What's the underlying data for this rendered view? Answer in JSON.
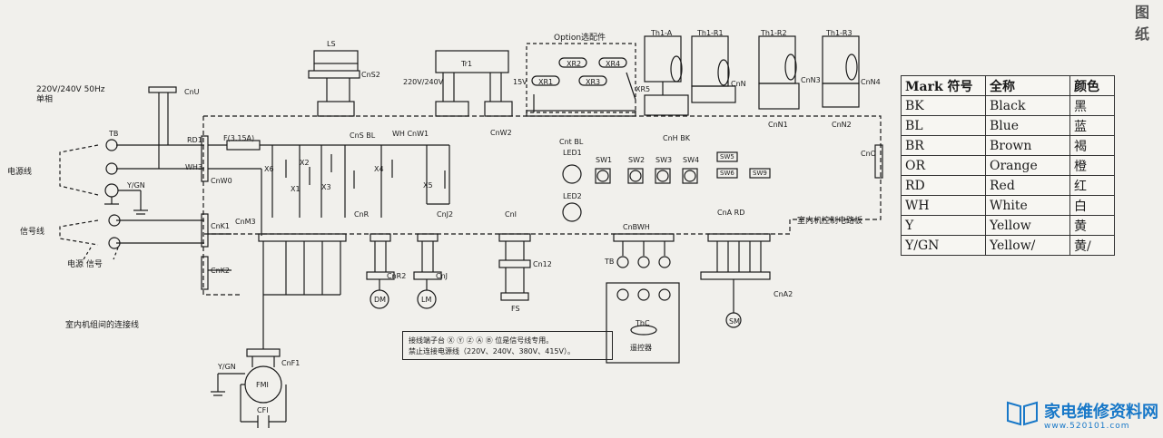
{
  "power_spec": "220V/240V 50Hz",
  "single_phase": "单相",
  "power_line": "电源线",
  "signal_line": "信号线",
  "power_signal": "电源 信号",
  "indoor_connection": "室内机组间的连接线",
  "indoor_board": "室内机控制电路板",
  "option_parts": "Option选配件",
  "notes": {
    "line1": "接线端子台 Ⓧ Ⓨ Ⓩ Ⓐ Ⓑ 位是信号线专用。",
    "line2": "禁止连接电源线（220V、240V、380V、415V）。"
  },
  "components": {
    "ls": "LS",
    "cns2": "CnS2",
    "tr1": "Tr1",
    "tr_voltage": "220V/240V",
    "v15": "15V",
    "fuse": "F(3.15A)",
    "rd1": "RD1",
    "wh3": "WH3",
    "cns": "CnS BL",
    "cnw1": "WH CnW1",
    "cnw2": "CnW2",
    "cnu": "CnU",
    "cnw0": "CnW0",
    "cnk1": "CnK1",
    "cnk2": "CnK2",
    "cnm3": "CnM3",
    "cnr": "CnR",
    "cnr2": "CnR2",
    "cnj2": "CnJ2",
    "cnj": "CnJ",
    "cnl": "CnI",
    "cn12": "Cn12",
    "cnh": "CnH BK",
    "cnn": "CnN",
    "cnn1": "CnN1",
    "cnn2": "CnN2",
    "cnn3": "CnN3",
    "cnn4": "CnN4",
    "cno": "CnO",
    "cnbwh": "CnBWH",
    "cna": "CnA RD",
    "cna2": "CnA2",
    "cnf1": "CnF1",
    "cnt": "Cnt BL",
    "led1": "LED1",
    "led2": "LED2",
    "sw1": "SW1",
    "sw2": "SW2",
    "sw3": "SW3",
    "sw4": "SW4",
    "sw5": "SW5",
    "sw6": "SW6",
    "sw9": "SW9",
    "th1a": "Th1-A",
    "th1r1": "Th1-R1",
    "th1r2": "Th1-R2",
    "th1r3": "Th1-R3",
    "xr1": "XR1",
    "xr2": "XR2",
    "xr3": "XR3",
    "xr4": "XR4",
    "xr5": "XR5",
    "x1": "X1",
    "x2": "X2",
    "x3": "X3",
    "x4": "X4",
    "x5": "X5",
    "x6": "X6",
    "dm": "DM",
    "lm": "LM",
    "fs": "FS",
    "sm": "SM",
    "fm": "FMI",
    "cf": "CFI",
    "tb": "TB",
    "thc": "ThC",
    "remote": "遥控器",
    "ygn": "Y/GN"
  },
  "legend": {
    "headers": [
      "Mark 符号",
      "全称",
      "颜色"
    ],
    "rows": [
      [
        "BK",
        "Black",
        "黑"
      ],
      [
        "BL",
        "Blue",
        "蓝"
      ],
      [
        "BR",
        "Brown",
        "褐"
      ],
      [
        "OR",
        "Orange",
        "橙"
      ],
      [
        "RD",
        "Red",
        "红"
      ],
      [
        "WH",
        "White",
        "白"
      ],
      [
        "Y",
        "Yellow",
        "黄"
      ],
      [
        "Y/GN",
        "Yellow/",
        "黄/"
      ]
    ]
  },
  "site": {
    "title": "家电维修资料网",
    "url": "www.520101.com",
    "corner": "图纸"
  },
  "colors": {
    "line": "#1a1a1a",
    "paper": "#f1f0ec",
    "brand": "#1878c8"
  }
}
